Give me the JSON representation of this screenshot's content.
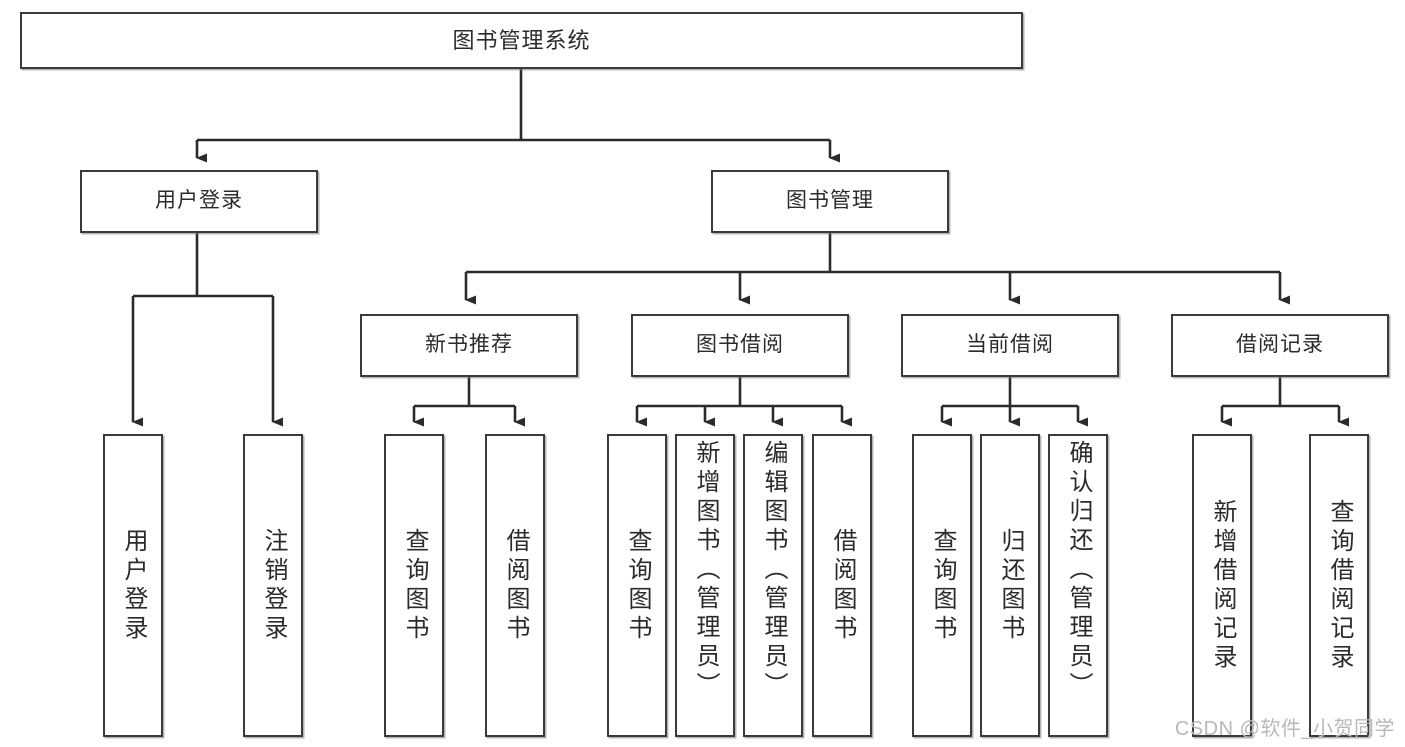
{
  "diagram": {
    "title": "图书管理系统",
    "type": "hierarchy-tree",
    "watermark": "CSDN @软件_小贺同学",
    "colors": {
      "box_border": "#3a3a3a",
      "box_fill": "#ffffff",
      "connector": "#2b2b2b",
      "text": "#2b2b2b",
      "watermark": "#b9b9b9"
    },
    "levels": {
      "root": {
        "label": "图书管理系统"
      },
      "level2": [
        {
          "label": "用户登录"
        },
        {
          "label": "图书管理"
        }
      ],
      "level3": [
        {
          "label": "新书推荐"
        },
        {
          "label": "图书借阅"
        },
        {
          "label": "当前借阅"
        },
        {
          "label": "借阅记录"
        }
      ],
      "leaves": [
        {
          "label": "用户登录",
          "orientation": "vertical",
          "parent": "用户登录"
        },
        {
          "label": "注销登录",
          "orientation": "vertical",
          "parent": "用户登录"
        },
        {
          "label": "查询图书",
          "orientation": "vertical",
          "parent": "新书推荐"
        },
        {
          "label": "借阅图书",
          "orientation": "vertical",
          "parent": "新书推荐"
        },
        {
          "label": "查询图书",
          "orientation": "vertical",
          "parent": "图书借阅"
        },
        {
          "label": "新增图书（管理员）",
          "orientation": "vertical",
          "parent": "图书借阅"
        },
        {
          "label": "编辑图书（管理员）",
          "orientation": "vertical",
          "parent": "图书借阅"
        },
        {
          "label": "借阅图书",
          "orientation": "vertical",
          "parent": "图书借阅"
        },
        {
          "label": "查询图书",
          "orientation": "vertical",
          "parent": "当前借阅"
        },
        {
          "label": "归还图书",
          "orientation": "vertical",
          "parent": "当前借阅"
        },
        {
          "label": "确认归还（管理员）",
          "orientation": "vertical",
          "parent": "当前借阅"
        },
        {
          "label": "新增借阅记录",
          "orientation": "vertical",
          "parent": "借阅记录"
        },
        {
          "label": "查询借阅记录",
          "orientation": "vertical",
          "parent": "借阅记录"
        }
      ]
    }
  }
}
